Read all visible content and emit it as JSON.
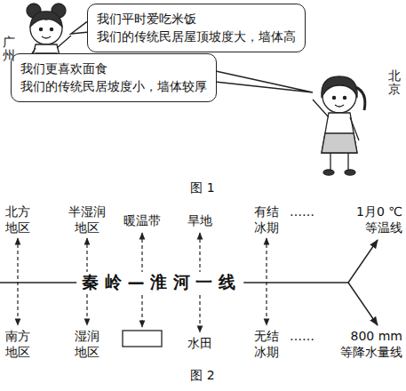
{
  "diagram": {
    "nodes": [
      {
        "text": [
          "我们平时爱吃米饭",
          "我们的传统民居屋顶坡度大，墙体高"
        ]
      },
      {
        "text": [
          "我们更喜欢面食",
          "我们的传统民居坡度小，墙体较厚"
        ]
      }
    ],
    "labels": [
      "广州",
      "北京",
      "图 1",
      "北方地区",
      "半湿润地区",
      "暖温带",
      "旱地",
      "有结冰期",
      "……",
      "1月0 ℃ 等温线",
      "秦岭—淮河一线",
      "南方地区",
      "湿润地区",
      "水田",
      "无结冰期",
      "……",
      "800 mm 等降水量线",
      "图 2"
    ]
  }
}
